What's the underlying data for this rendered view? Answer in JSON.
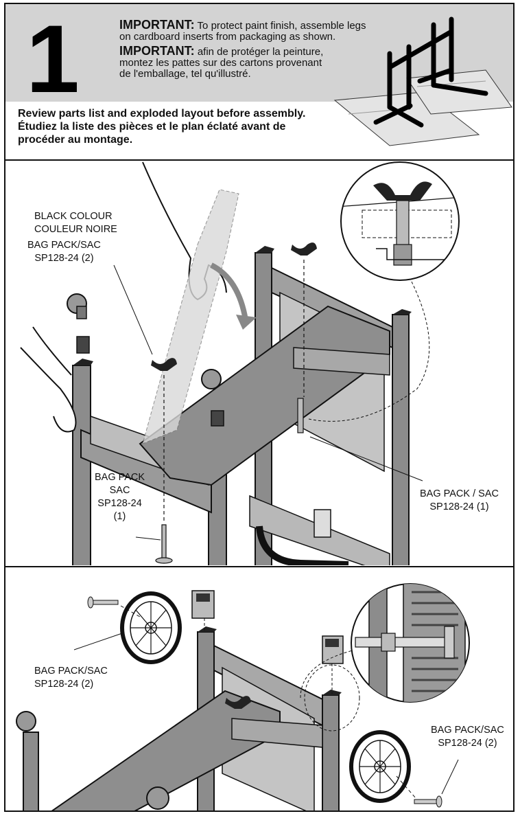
{
  "step": {
    "number": "1"
  },
  "important": {
    "en_label": "IMPORTANT:",
    "en_text_1": " To protect paint finish, assemble legs",
    "en_text_2": "on cardboard inserts from packaging as shown.",
    "fr_label": "IMPORTANT:",
    "fr_text_1": " afin de protéger la peinture,",
    "fr_text_2": "montez les pattes sur des cartons provenant",
    "fr_text_3": "de l'emballage, tel qu'illustré."
  },
  "review": {
    "line_1": "Review parts list and exploded layout before assembly.",
    "line_2": "Étudiez la liste des pièces et le plan éclaté avant de",
    "line_3": "procéder au montage."
  },
  "callouts_top": {
    "black_colour_1": "BLACK COLOUR",
    "black_colour_2": "COULEUR NOIRE",
    "bag_pack_sac": "BAG PACK/SAC",
    "part_sp128_24_2": "SP128-24 (2)",
    "bag_pack": "BAG PACK",
    "sac": "SAC",
    "part_sp128_24": "SP128-24",
    "qty_1": "(1)",
    "right_bag_pack_sac": "BAG PACK / SAC",
    "right_part": "SP128-24 (1)"
  },
  "callouts_bottom": {
    "left_bag": "BAG PACK/SAC",
    "left_part": "SP128-24 (2)",
    "right_bag": "BAG PACK/SAC",
    "right_part": "SP128-24 (2)"
  }
}
